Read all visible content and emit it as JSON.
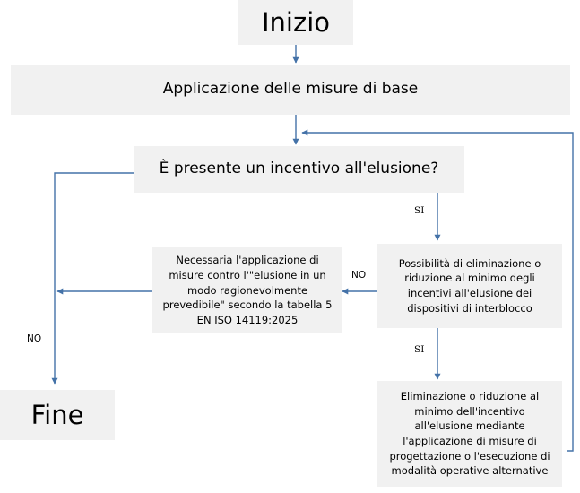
{
  "diagram": {
    "title_node": "Inizio",
    "end_node": "Fine",
    "accent_color": "#4472a8",
    "node_fill": "#f1f1f1",
    "text_color": "#000000",
    "nodes": [
      {
        "id": "start",
        "label": "Inizio"
      },
      {
        "id": "base",
        "label": "Applicazione delle misure di base"
      },
      {
        "id": "decision",
        "label": "È presente un incentivo all'elusione?"
      },
      {
        "id": "measures",
        "label": "Necessaria l'applicazione di misure contro l'\"elusione in un modo ragionevolmente prevedibile\" secondo la tabella 5 EN ISO 14119:2025"
      },
      {
        "id": "possibility",
        "label": "Possibilità di eliminazione o riduzione al minimo degli incentivi all'elusione dei dispositivi di interblocco"
      },
      {
        "id": "elimination",
        "label": "Eliminazione o riduzione al minimo dell'incentivo all'elusione mediante l'applicazione di misure di progettazione o l'esecuzione di modalità operative alternative"
      },
      {
        "id": "end",
        "label": "Fine"
      }
    ],
    "edge_labels": {
      "decision_yes": "SI",
      "decision_no": "NO",
      "possibility_no": "NO",
      "possibility_yes": "SI"
    }
  }
}
